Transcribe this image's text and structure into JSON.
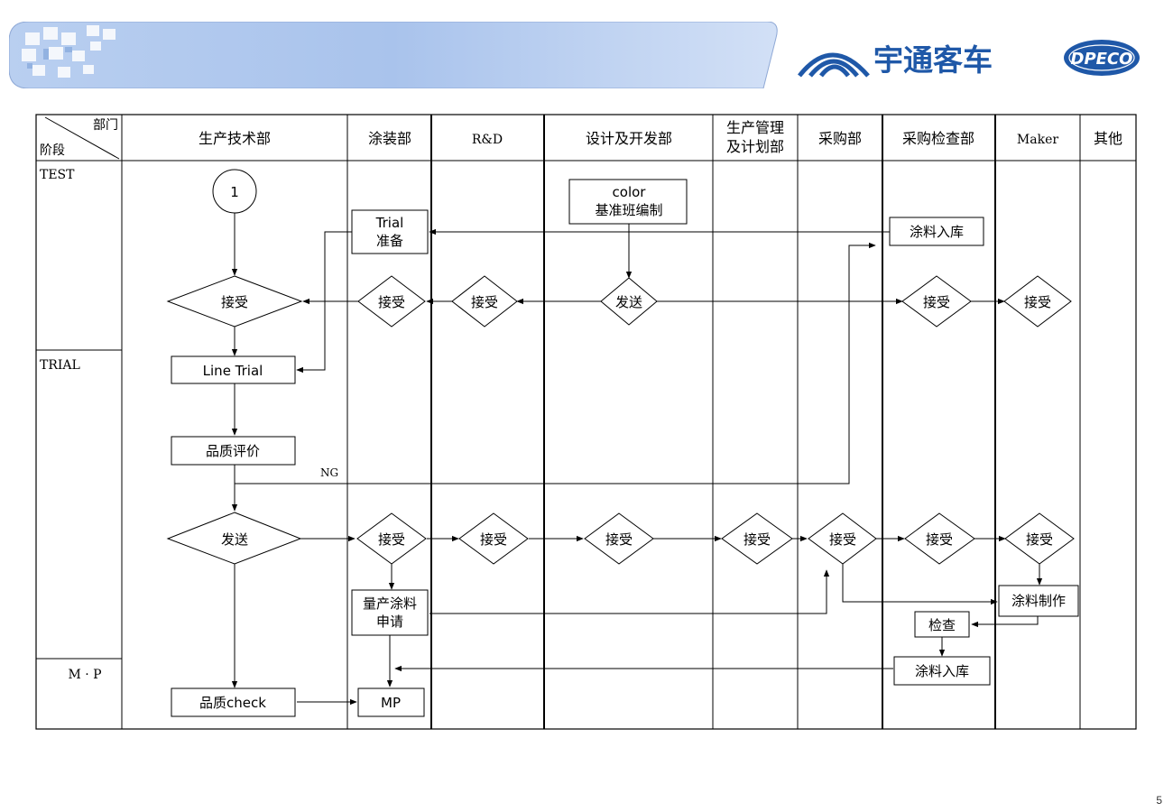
{
  "header": {
    "brand_name": "宇通客车",
    "partner_logo": "DPECO"
  },
  "page_number": "5",
  "table": {
    "corner_dept": "部门",
    "corner_stage": "阶段",
    "departments": [
      "生产技术部",
      "涂装部",
      "R&D",
      "设计及开发部",
      "生产管理",
      "及计划部",
      "采购部",
      "采购检查部",
      "Maker",
      "其他"
    ],
    "stages": [
      "TEST",
      "TRIAL",
      "M · P"
    ]
  },
  "nodes": {
    "start_circle": "1",
    "color_line1": "color",
    "color_line2": "基准班编制",
    "trial_line1": "Trial",
    "trial_line2": "准备",
    "paint_stock_1": "涂料入库",
    "accept": "接受",
    "send": "发送",
    "line_trial": "Line  Trial",
    "quality_eval": "品质评价",
    "ng_label": "NG",
    "mass_req_line1": "量产涂料",
    "mass_req_line2": "申请",
    "paint_make": "涂料制作",
    "inspect": "检查",
    "paint_stock_2": "涂料入库",
    "quality_check": "品质check",
    "mp": "MP"
  }
}
